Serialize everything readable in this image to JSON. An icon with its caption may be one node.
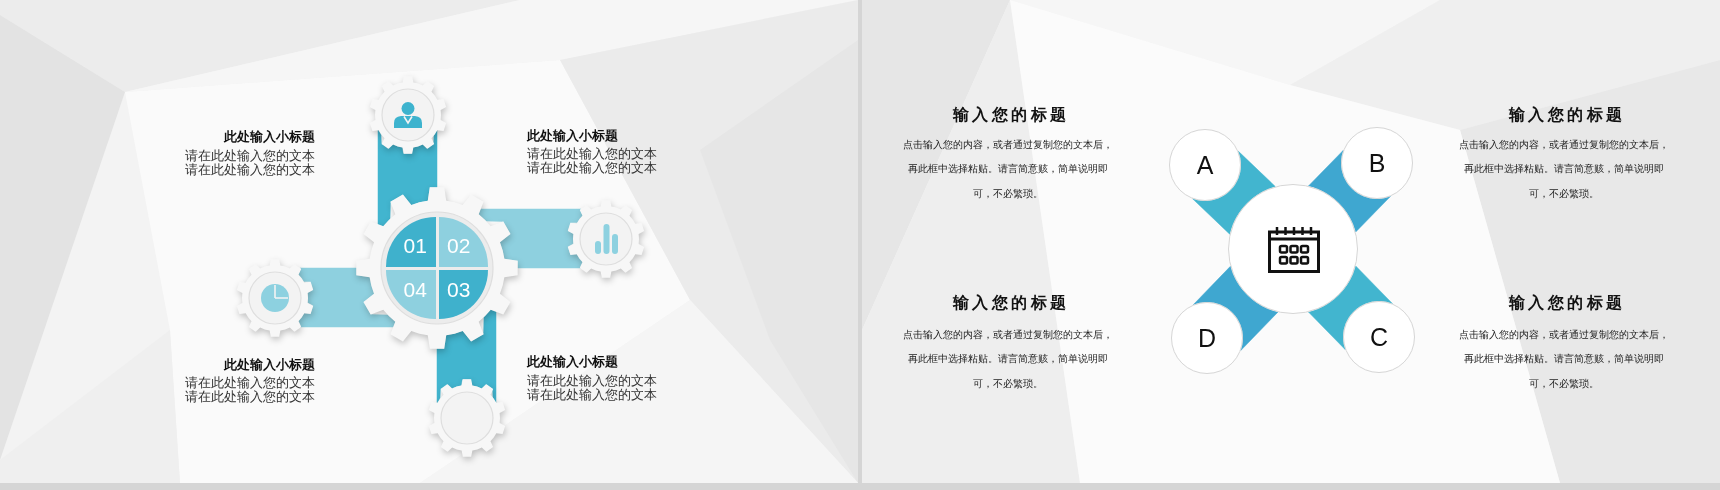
{
  "diagram": {
    "nodes": [
      {
        "text": [],
        "shape": "gear"
      },
      {
        "text": [],
        "shape": "gear"
      },
      {
        "text": [
          "01"
        ],
        "in": 1
      },
      {
        "text": [
          "02"
        ],
        "in": 1
      },
      {
        "text": [
          "04"
        ],
        "in": 1
      },
      {
        "text": [
          "03"
        ],
        "in": 1
      },
      {
        "text": [],
        "shape": "gear"
      },
      {
        "text": [],
        "shape": "gear"
      },
      {
        "text": [],
        "shape": "gear"
      },
      {
        "text": [
          "A"
        ]
      },
      {
        "text": [
          "B"
        ]
      },
      {
        "text": [],
        "shape": "circle"
      },
      {
        "text": [
          "D"
        ]
      },
      {
        "text": [
          "C"
        ]
      }
    ],
    "edges": [
      {
        "from": 0,
        "to": 1,
        "arrow": "none"
      },
      {
        "from": 6,
        "to": 1,
        "arrow": "none",
        "color": "#8ed0df"
      },
      {
        "from": 7,
        "to": 1,
        "arrow": "none",
        "color": "#8ed0df"
      },
      {
        "from": 8,
        "to": 1,
        "arrow": "none"
      },
      {
        "from": 9,
        "to": 11,
        "arrow": "none"
      },
      {
        "from": 10,
        "to": 11,
        "arrow": "none",
        "color": "#3fa7d0"
      },
      {
        "from": 13,
        "to": 11,
        "arrow": "none"
      },
      {
        "from": 12,
        "to": 11,
        "arrow": "none",
        "color": "#3fa7d0"
      }
    ],
    "labels": [
      "此处输入小标题",
      "请在此处输入您的文本请在此处输入您的文本",
      "此处输入小标题",
      "请在此处输入您的文本请在此处输入您的文本",
      "此处输入小标题",
      "请在此处输入您的文本请在此处输入您的文本",
      "此处输入小标题",
      "请在此处输入您的文本请在此处输入您的文本",
      "输入您的标题",
      "点击输入您的内容，或者通过复制您的文本后，再此框中选择粘贴。请言简意赅，简单说明即可，不必繁琐。",
      "输入您的标题",
      "点击输入您的内容，或者通过复制您的文本后，再此框中选择粘贴。请言简意赅，简单说明即可，不必繁琐。",
      "输入您的标题",
      "点击输入您的内容，或者通过复制您的文本后，再此框中选择粘贴。请言简意赅，简单说明即可，不必繁琐。",
      "输入您的标题",
      "点击输入您的内容，或者通过复制您的文本后，再此框中选择粘贴。请言简意赅，简单说明即可，不必繁琐。"
    ]
  }
}
